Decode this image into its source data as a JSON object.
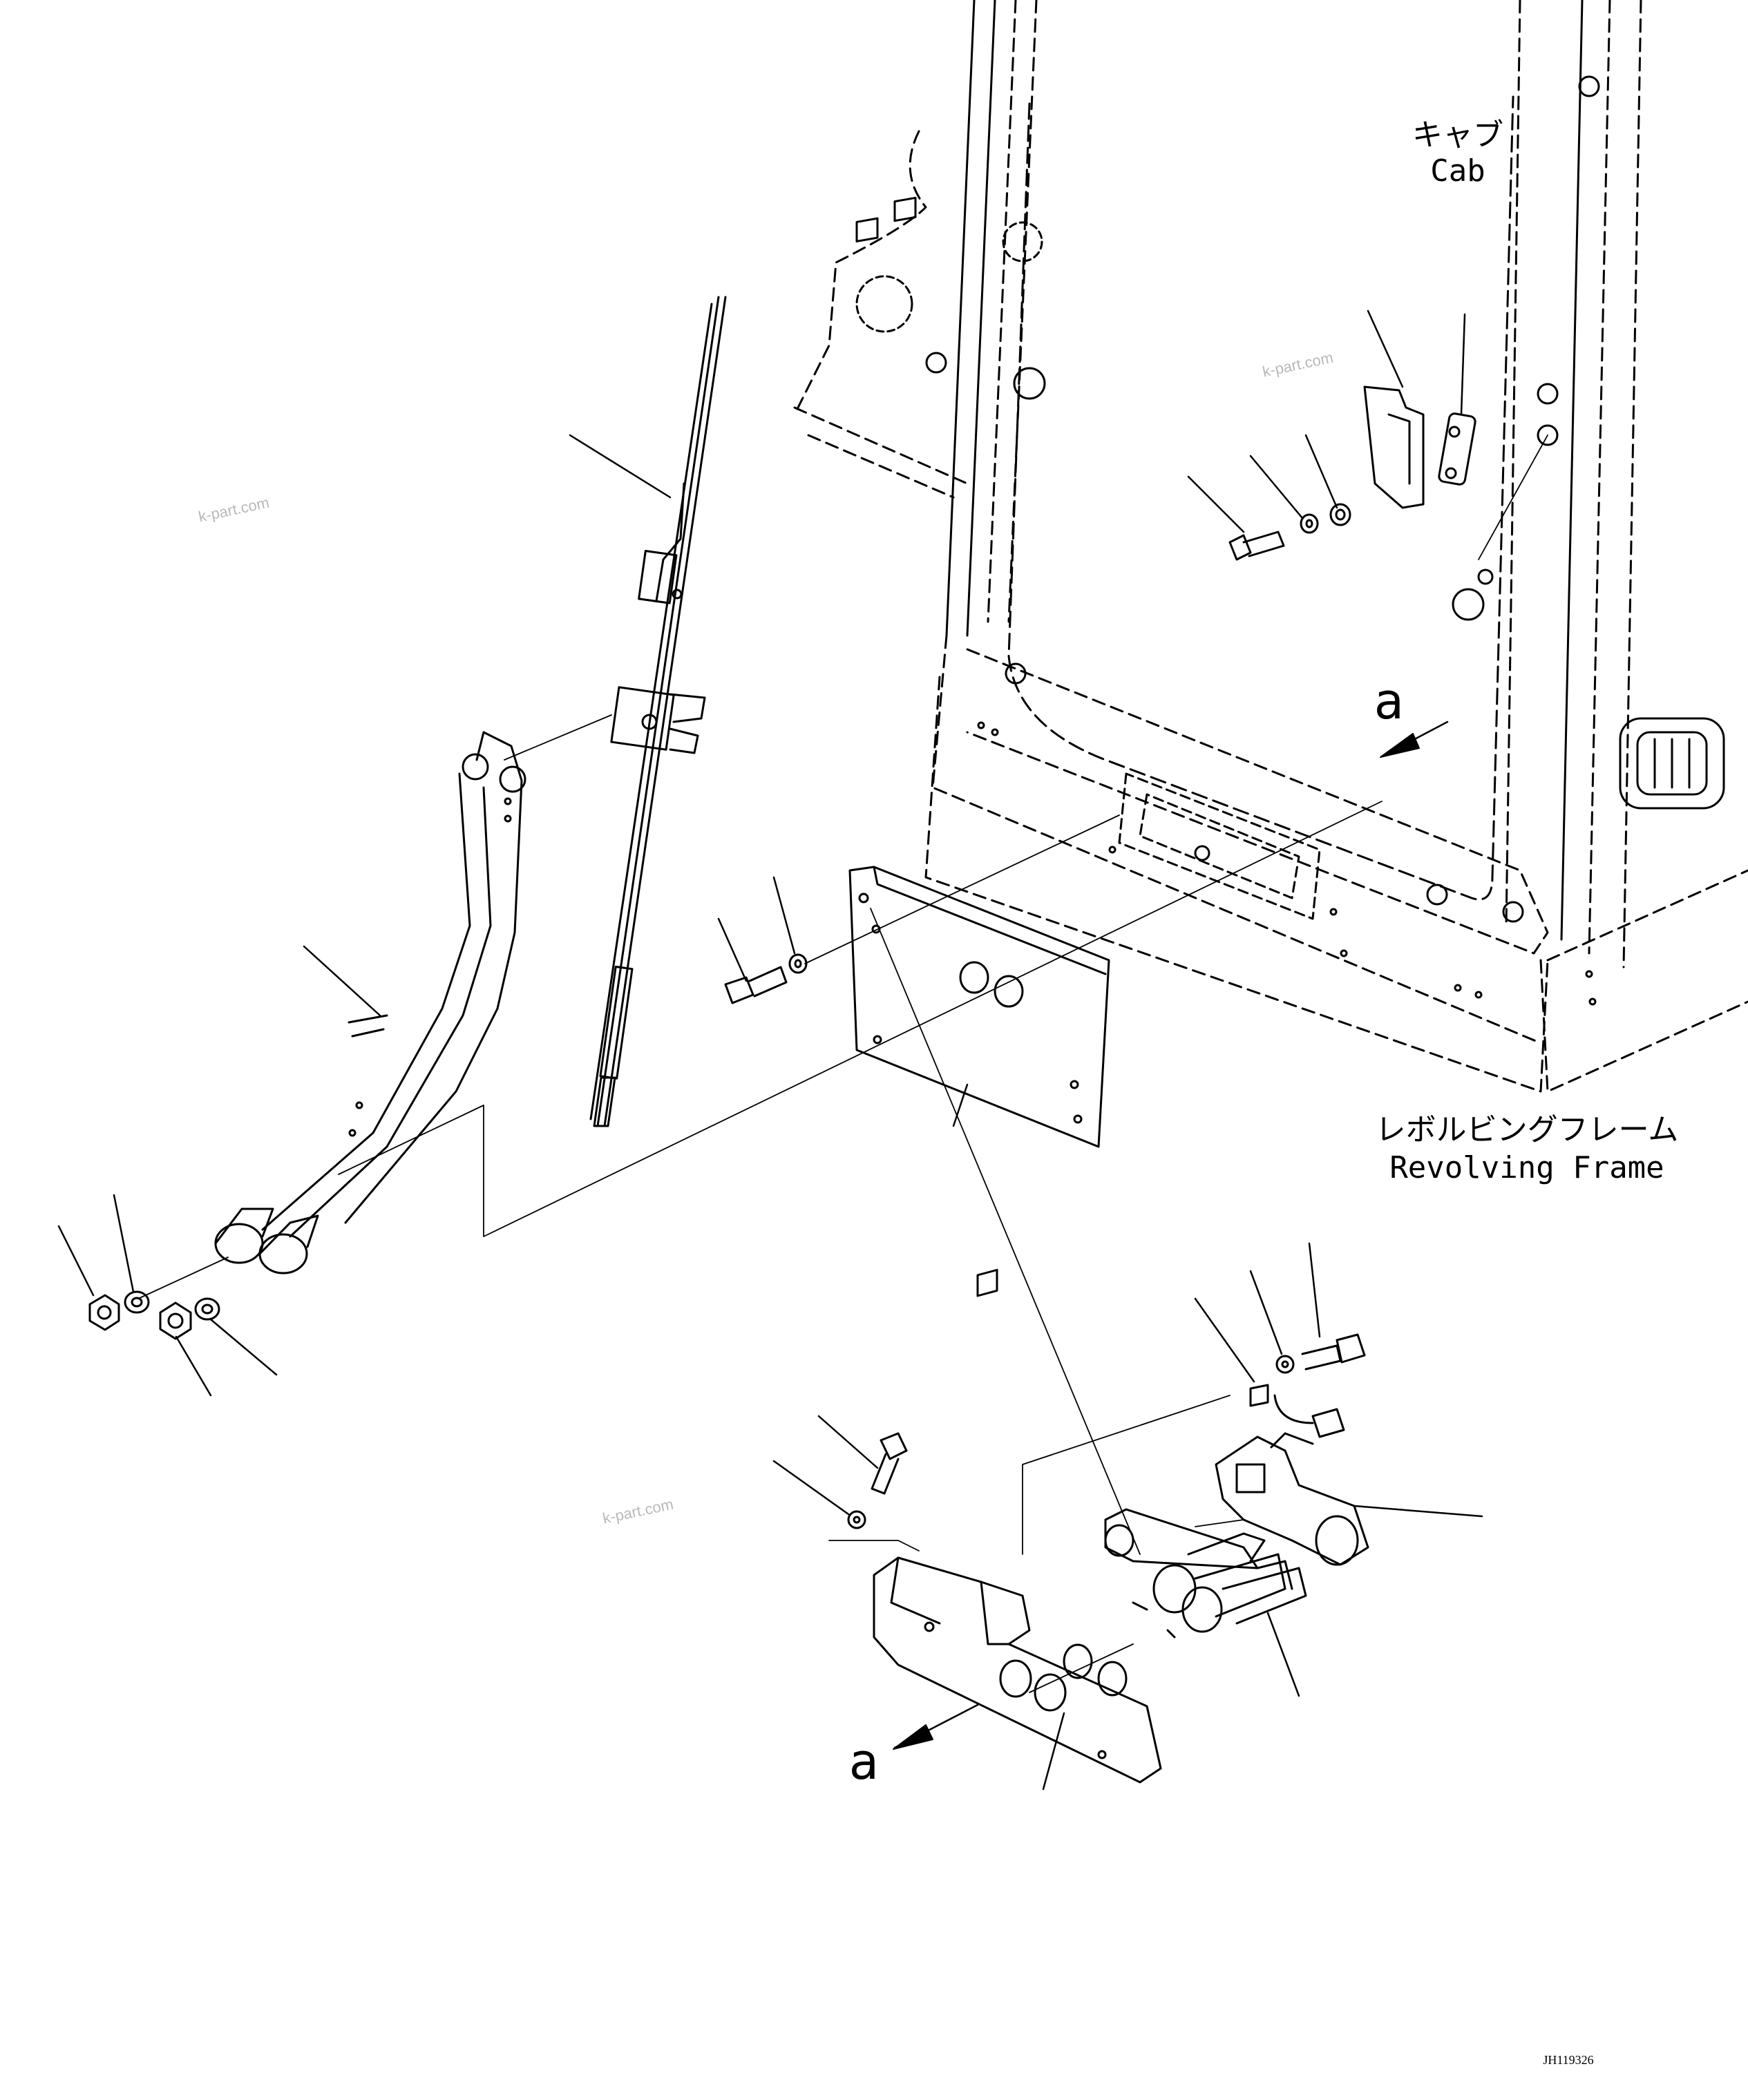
{
  "labels": {
    "cab_jp": "キャブ",
    "cab_en": "Cab",
    "frame_jp": "レボルビングフレーム",
    "frame_en": "Revolving Frame",
    "view_a_top": "a",
    "view_a_bottom": "a"
  },
  "watermarks": [
    "k-part.com",
    "k-part.com",
    "k-part.com"
  ],
  "drawing_code": "JH119326"
}
